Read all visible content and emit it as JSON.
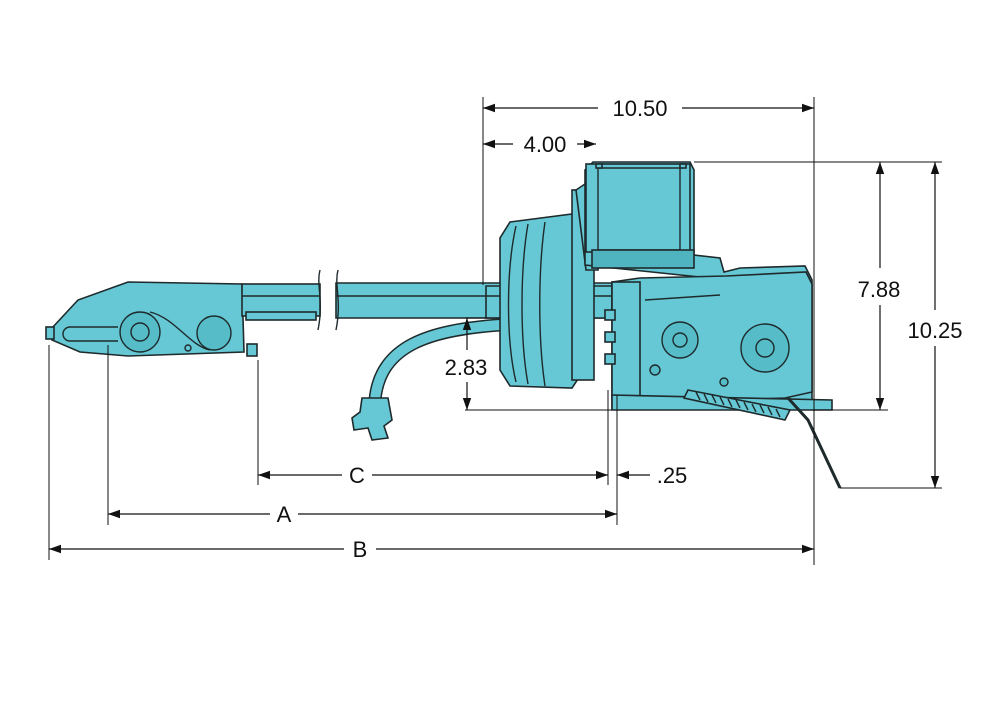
{
  "dimensions": {
    "overall_width": "10.50",
    "motor_offset": "4.00",
    "body_height": "7.88",
    "overall_height": "10.25",
    "shaft_height": "2.83",
    "dim_c": "C",
    "dim_offset": ".25",
    "dim_a": "A",
    "dim_b": "B"
  },
  "colors": {
    "actuator_body": "#66c8d4",
    "outline": "#1e2a2c",
    "dimension_lines": "#111111"
  }
}
